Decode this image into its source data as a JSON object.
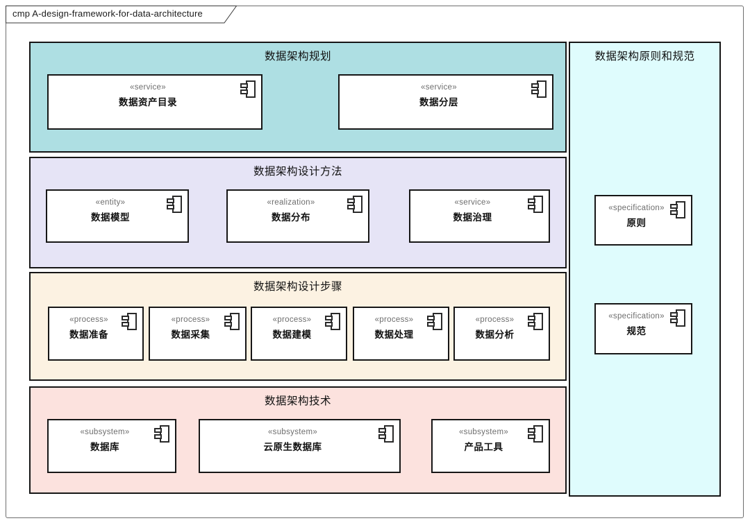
{
  "frame": {
    "label": "cmp A-design-framework-for-data-architecture"
  },
  "colors": {
    "planning_bg": "#aedfe3",
    "methods_bg": "#e6e4f6",
    "steps_bg": "#fcf2e2",
    "tech_bg": "#fce2de",
    "side_panel_bg": "#dffcfd",
    "box_border": "#161616",
    "stereotype_text": "#6d6d6d"
  },
  "sections": [
    {
      "title": "数据架构规划",
      "components": [
        {
          "stereotype": "«service»",
          "name": "数据资产目录"
        },
        {
          "stereotype": "«service»",
          "name": "数据分层"
        }
      ]
    },
    {
      "title": "数据架构设计方法",
      "components": [
        {
          "stereotype": "«entity»",
          "name": "数据模型"
        },
        {
          "stereotype": "«realization»",
          "name": "数据分布"
        },
        {
          "stereotype": "«service»",
          "name": "数据治理"
        }
      ]
    },
    {
      "title": "数据架构设计步骤",
      "components": [
        {
          "stereotype": "«process»",
          "name": "数据准备"
        },
        {
          "stereotype": "«process»",
          "name": "数据采集"
        },
        {
          "stereotype": "«process»",
          "name": "数据建模"
        },
        {
          "stereotype": "«process»",
          "name": "数据处理"
        },
        {
          "stereotype": "«process»",
          "name": "数据分析"
        }
      ]
    },
    {
      "title": "数据架构技术",
      "components": [
        {
          "stereotype": "«subsystem»",
          "name": "数据库"
        },
        {
          "stereotype": "«subsystem»",
          "name": "云原生数据库"
        },
        {
          "stereotype": "«subsystem»",
          "name": "产品工具"
        }
      ]
    }
  ],
  "side_panel": {
    "title": "数据架构原则和规范",
    "components": [
      {
        "stereotype": "«specification»",
        "name": "原则"
      },
      {
        "stereotype": "«specification»",
        "name": "规范"
      }
    ]
  }
}
